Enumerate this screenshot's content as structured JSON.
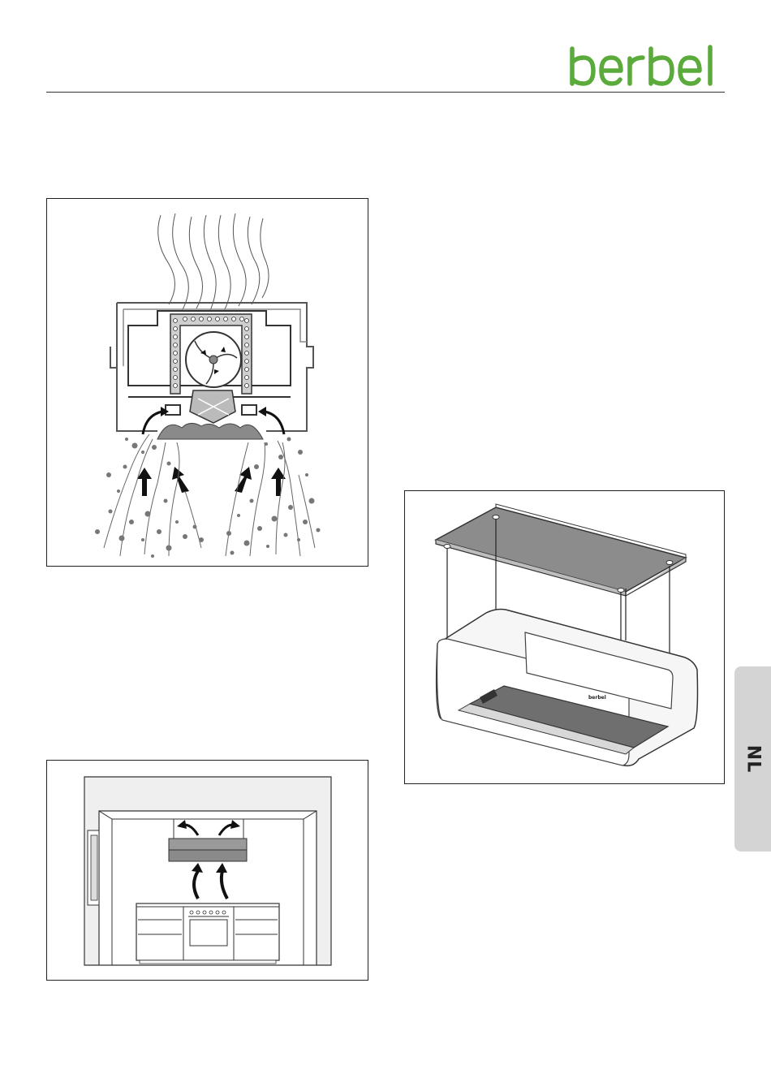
{
  "brand": {
    "logo_text": "berbel",
    "logo_color": "#5aaa3c"
  },
  "language_tab": {
    "label": "NL",
    "background": "#d4d4d4"
  },
  "figures": {
    "airflow": {
      "icon": "extraction-principle-illustration"
    },
    "hood": {
      "icon": "ceiling-hood-product-illustration",
      "device_label": "berbel"
    },
    "kitchen": {
      "icon": "kitchen-recirculation-illustration"
    }
  }
}
